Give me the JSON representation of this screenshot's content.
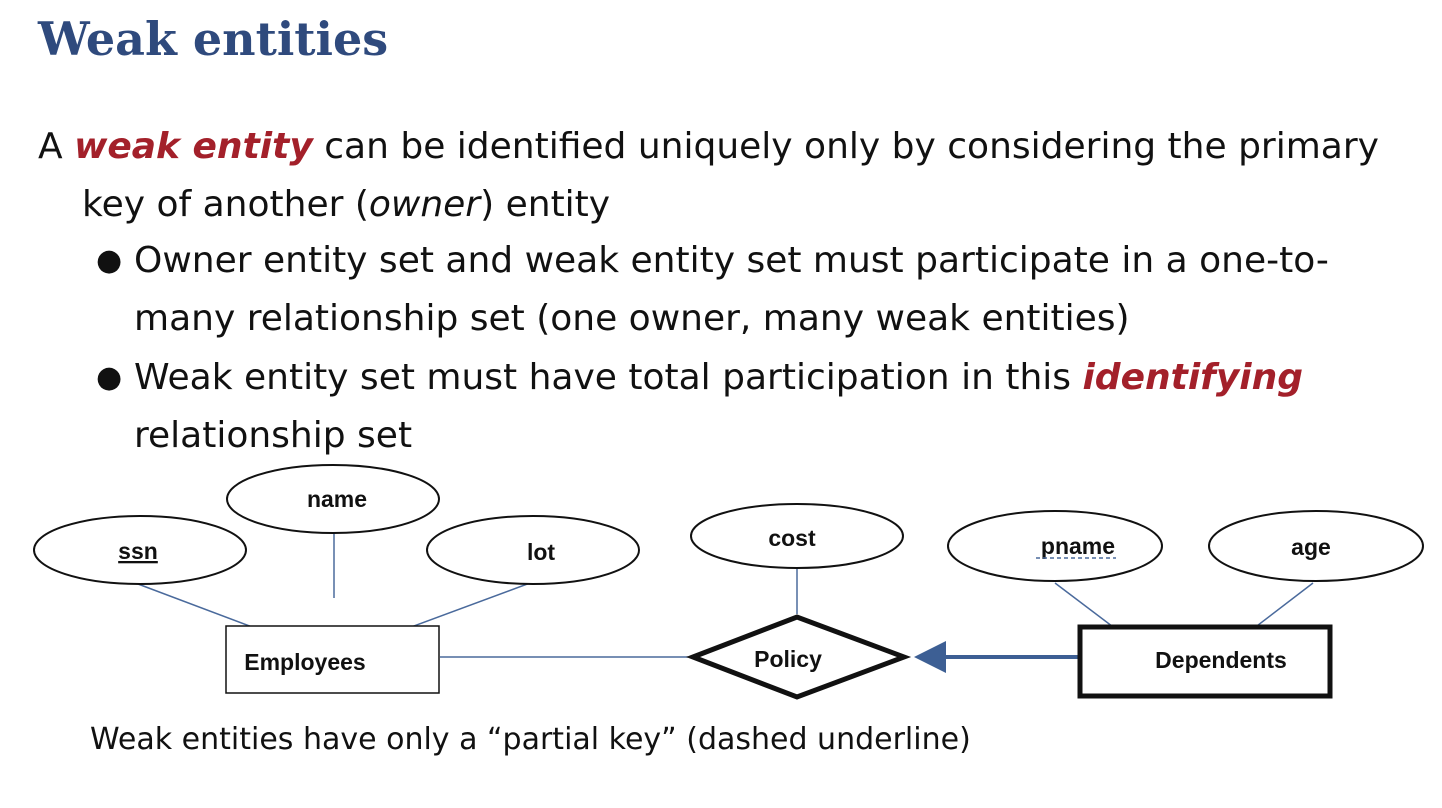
{
  "slide": {
    "title": "Weak entities",
    "intro": {
      "part1": "A ",
      "term": "weak entity",
      "part2": " can be identified uniquely only by considering the primary",
      "part3": "key of another (",
      "owner": "owner",
      "part4": ") entity"
    },
    "bullets": [
      {
        "text": "Owner entity set and weak entity set must participate in a one-to-many relationship set (one owner, many weak entities)"
      },
      {
        "pre": "Weak entity set must have total participation in this ",
        "term": "identifying",
        "post": " relationship set"
      }
    ],
    "caption": "Weak entities have only a “partial key” (dashed underline)"
  },
  "diagram": {
    "entities": [
      {
        "label": "Employees",
        "weak": false
      },
      {
        "label": "Dependents",
        "weak": true
      }
    ],
    "relationship": {
      "label": "Policy",
      "identifying": true
    },
    "attributes": [
      {
        "label": "ssn",
        "key": "primary"
      },
      {
        "label": "name",
        "key": "none"
      },
      {
        "label": "lot",
        "key": "none"
      },
      {
        "label": "cost",
        "key": "none"
      },
      {
        "label": "pname",
        "key": "partial"
      },
      {
        "label": "age",
        "key": "none"
      }
    ],
    "colors": {
      "line": "#4a6a9c",
      "title": "#2f4a7d",
      "emphasis": "#a3202a"
    }
  }
}
